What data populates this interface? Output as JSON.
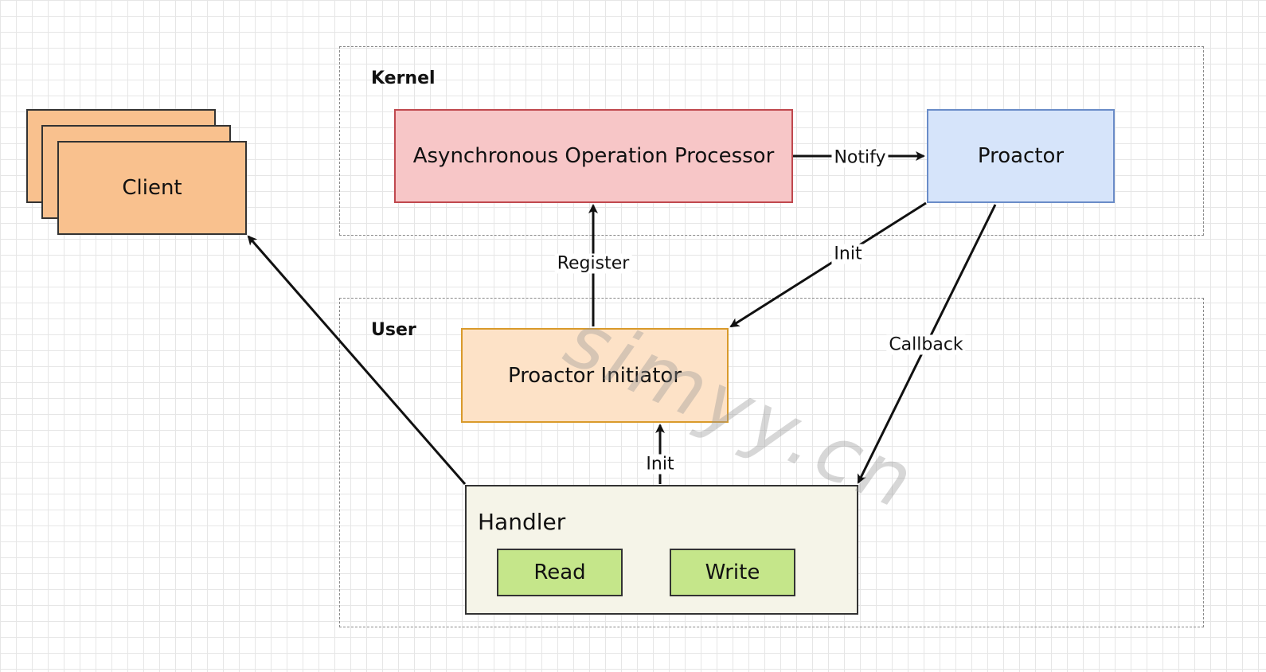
{
  "groups": {
    "kernel": "Kernel",
    "user": "User"
  },
  "nodes": {
    "client": "Client",
    "aop": "Asynchronous Operation Processor",
    "proactor": "Proactor",
    "initiator": "Proactor Initiator",
    "handler": "Handler",
    "read": "Read",
    "write": "Write"
  },
  "edges": {
    "notify": "Notify",
    "register": "Register",
    "init_proactor": "Init",
    "callback": "Callback",
    "init_handler": "Init"
  },
  "watermark": "simyy.cn",
  "colors": {
    "client": "#f9c18e",
    "aop": "#f7c6c7",
    "proactor": "#d6e4fa",
    "initiator": "#fde2c7",
    "handler": "#f5f4e8",
    "op": "#c5e68a"
  }
}
